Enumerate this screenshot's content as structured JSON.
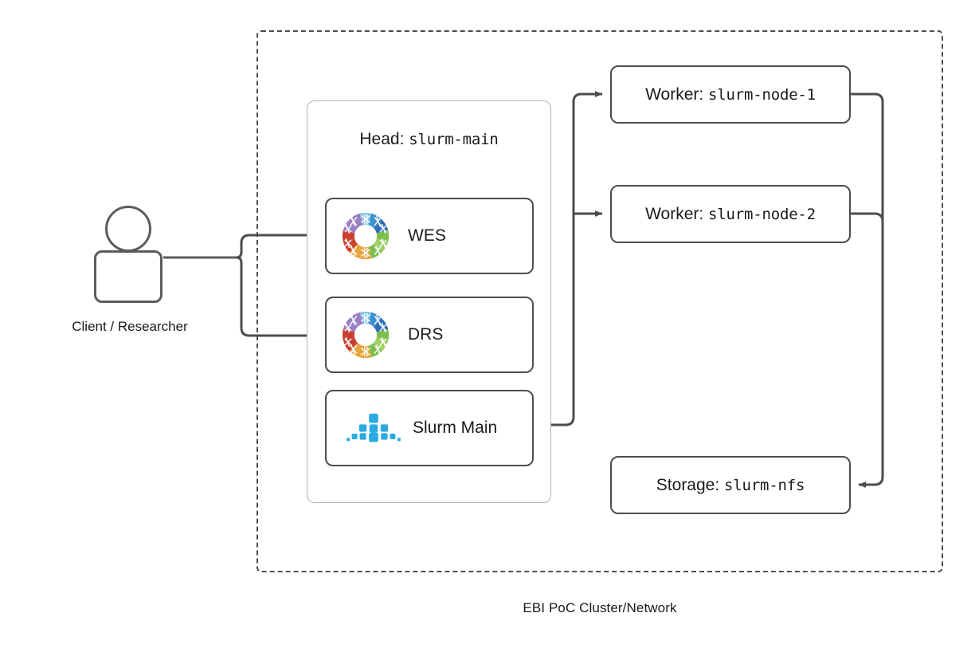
{
  "diagram": {
    "caption": "EBI PoC Cluster/Network",
    "actor": {
      "label": "Client / Researcher",
      "icon": "person-icon"
    },
    "head": {
      "title_prefix": "Head: ",
      "title_host": "slurm-main",
      "services": [
        {
          "id": "wes",
          "label": "WES",
          "icon": "ga4gh-logo-icon"
        },
        {
          "id": "drs",
          "label": "DRS",
          "icon": "ga4gh-logo-icon"
        },
        {
          "id": "slurm",
          "label": "Slurm Main",
          "icon": "slurm-logo-icon"
        }
      ]
    },
    "cluster_nodes": [
      {
        "id": "worker-1",
        "prefix": "Worker: ",
        "host": "slurm-node-1"
      },
      {
        "id": "worker-2",
        "prefix": "Worker: ",
        "host": "slurm-node-2"
      },
      {
        "id": "storage",
        "prefix": "Storage: ",
        "host": "slurm-nfs"
      }
    ],
    "colors": {
      "line": "#4d4d4d",
      "actor_line": "#5c5c5c",
      "box_border": "#4d4d4d",
      "head_border": "#b3b3b3",
      "text": "#1a1a1a",
      "slurm_blue": "#29abe2",
      "ga4gh_purple": "#9b7fc4",
      "ga4gh_lightblue": "#7fc3e8",
      "ga4gh_blue": "#3d8fce",
      "ga4gh_darkblue": "#2f6fb5",
      "ga4gh_green": "#7cbf4c",
      "ga4gh_lightgreen": "#9fcf63",
      "ga4gh_orange": "#e8a33d",
      "ga4gh_red": "#c9402f"
    },
    "connections": [
      {
        "from": "client",
        "to": "wes",
        "type": "arrow"
      },
      {
        "from": "client",
        "to": "drs",
        "type": "arrow"
      },
      {
        "from": "slurm-main",
        "to": "worker-1",
        "type": "arrow"
      },
      {
        "from": "slurm-main",
        "to": "worker-2",
        "type": "arrow"
      },
      {
        "from": "worker-1",
        "to": "storage",
        "type": "arrow"
      },
      {
        "from": "worker-2",
        "to": "storage",
        "type": "arrow"
      }
    ]
  }
}
